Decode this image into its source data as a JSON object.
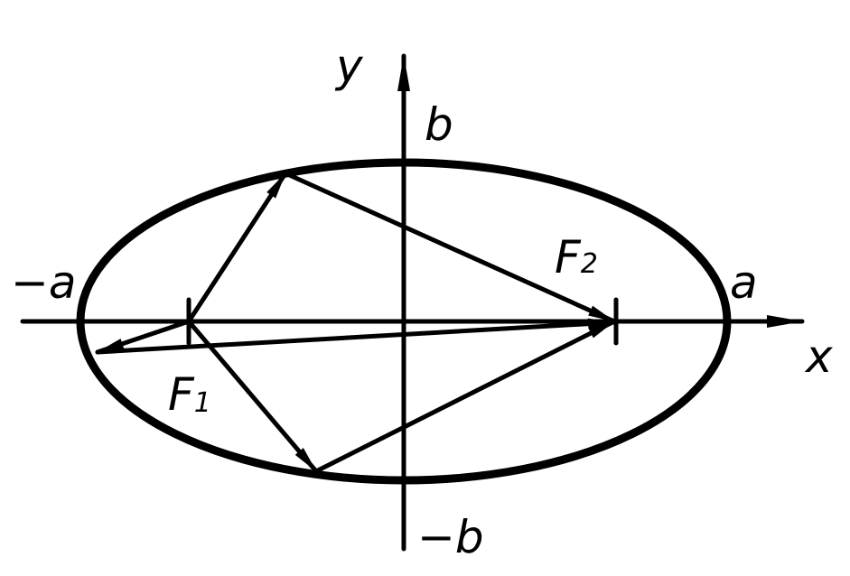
{
  "axes": {
    "x_label": "x",
    "y_label": "y"
  },
  "vertices": {
    "neg_a": "−a",
    "pos_a": "a",
    "pos_b": "b",
    "neg_b": "−b"
  },
  "foci": {
    "f1": {
      "letter": "F",
      "subscript": "1"
    },
    "f2": {
      "letter": "F",
      "subscript": "2"
    }
  },
  "colors": {
    "ink": "#000000",
    "background": "#ffffff"
  }
}
